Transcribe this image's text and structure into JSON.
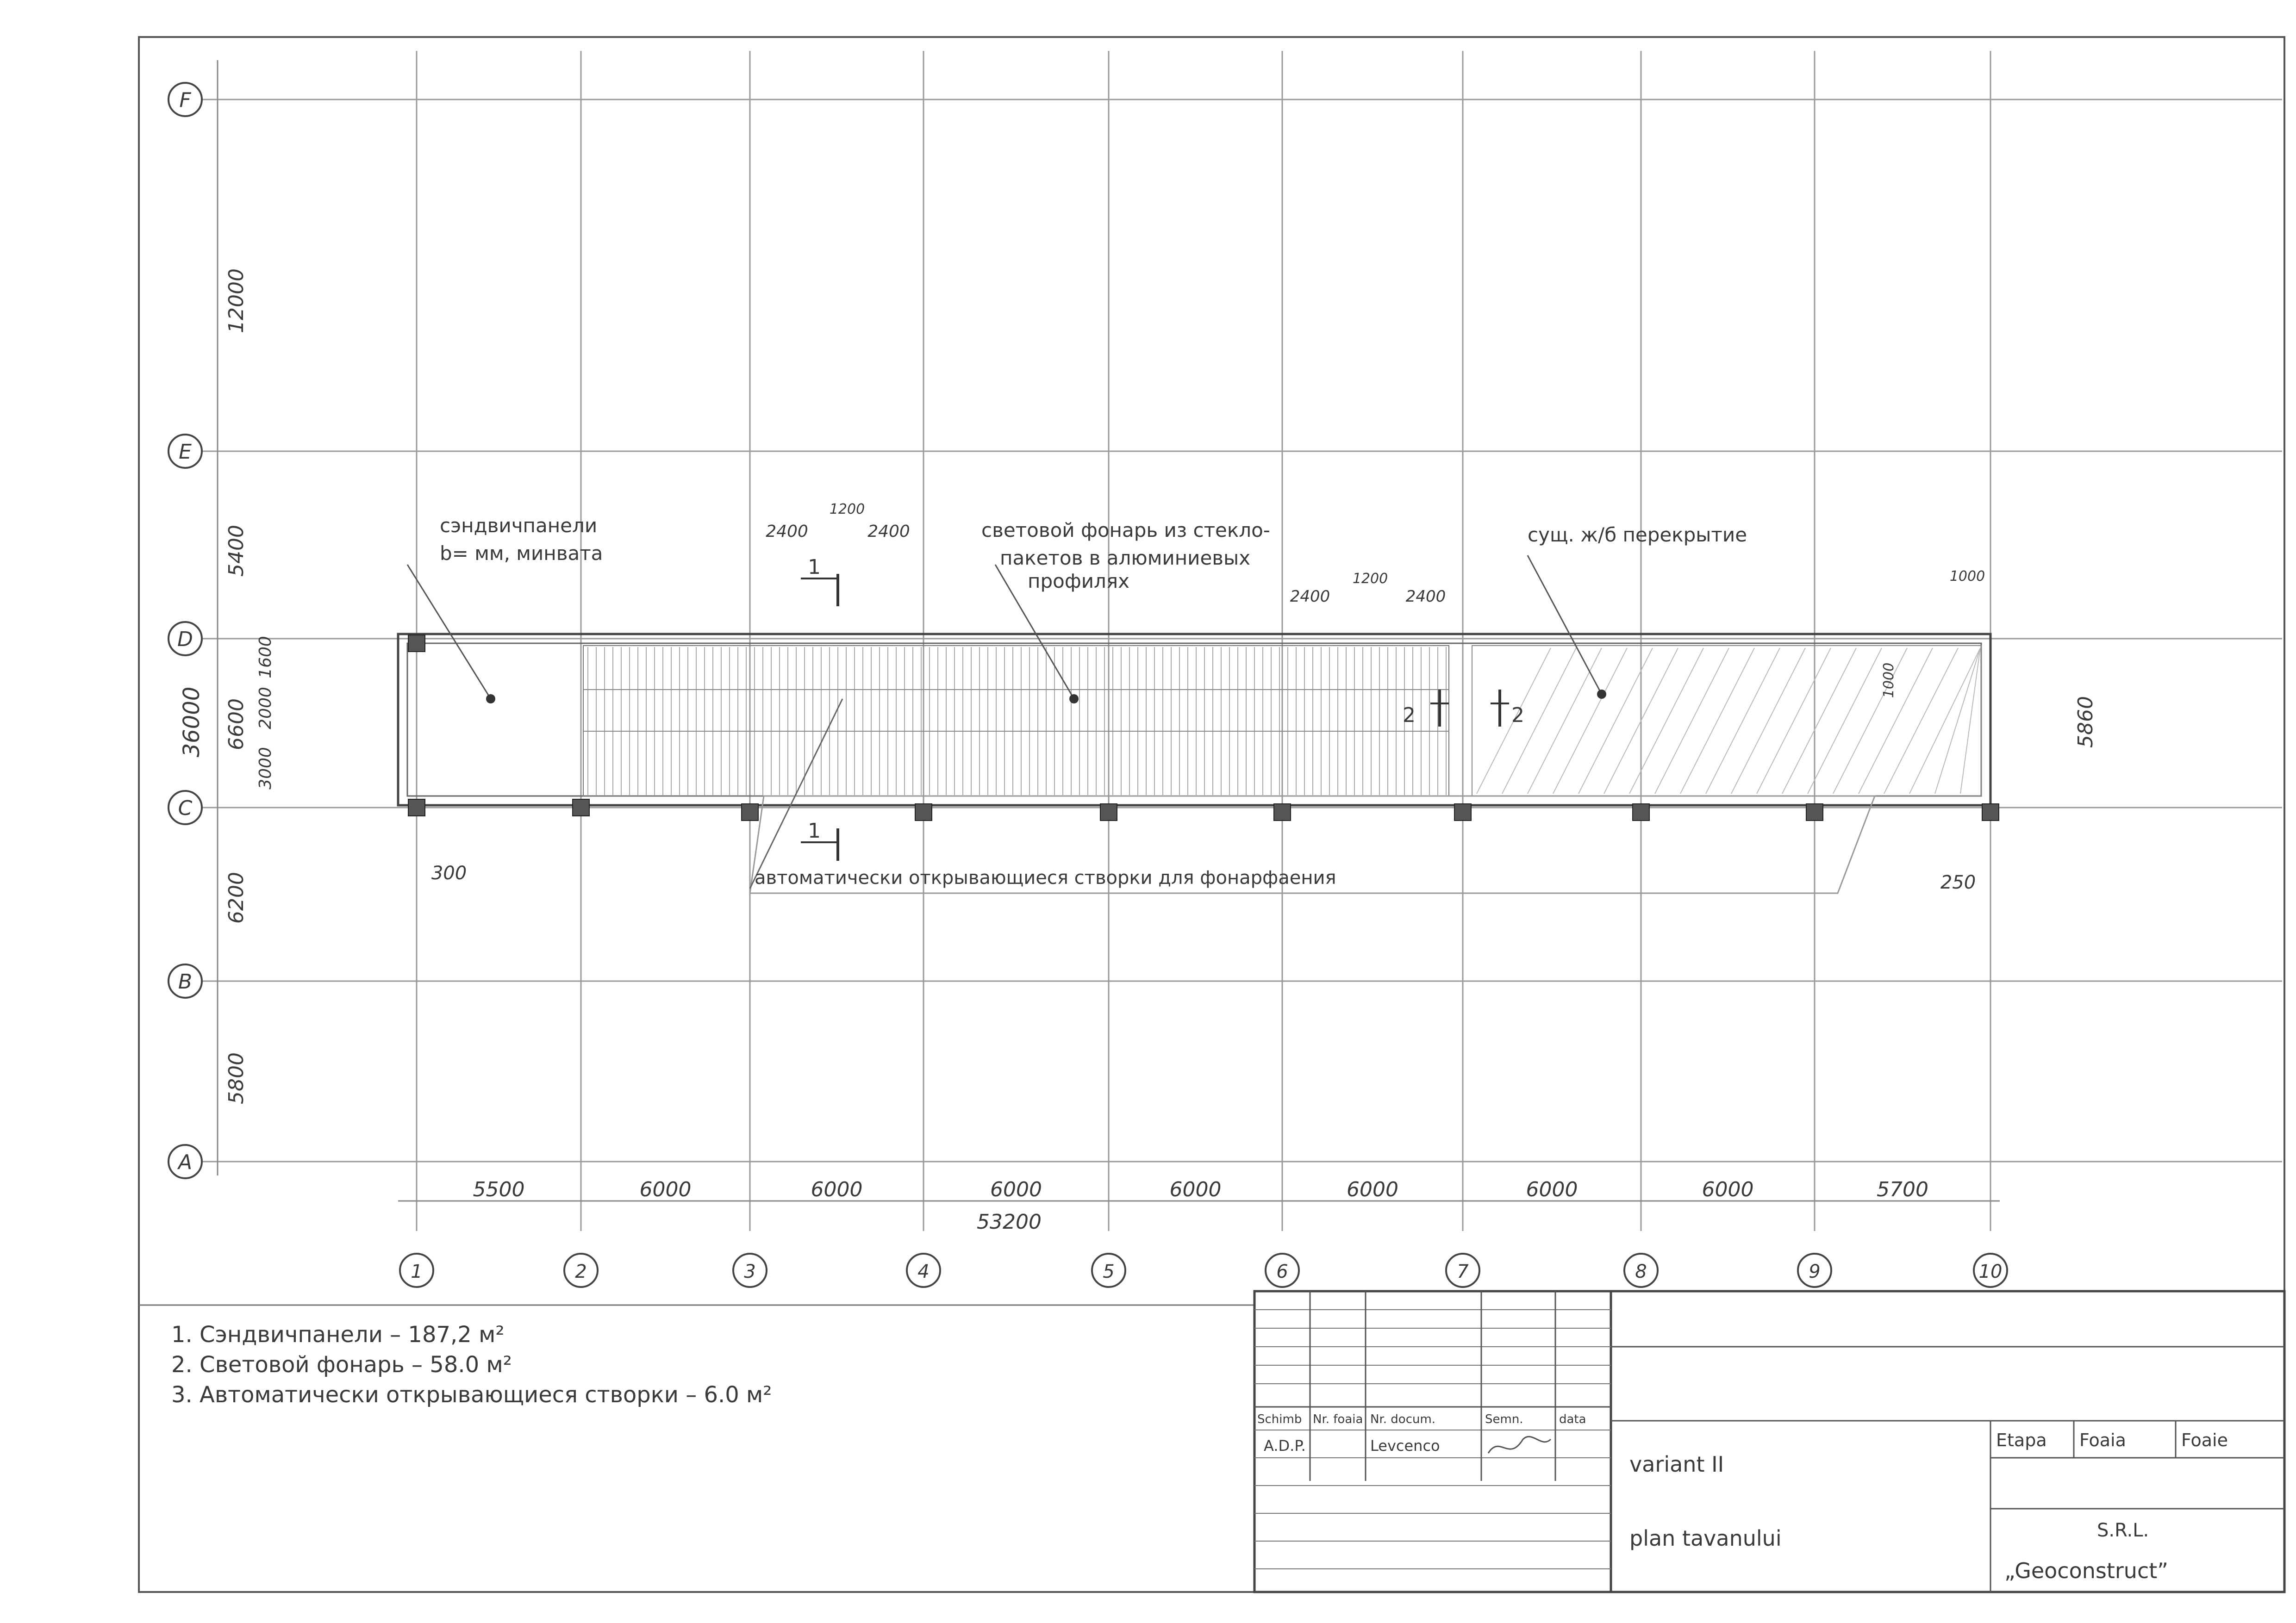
{
  "drawing": {
    "axes_letters": [
      "F",
      "E",
      "D",
      "C",
      "B",
      "A"
    ],
    "axes_numbers": [
      "1",
      "2",
      "3",
      "4",
      "5",
      "6",
      "7",
      "8",
      "9",
      "10"
    ],
    "vertical_dims": [
      "12000",
      "5400",
      "6600",
      "6200",
      "5800"
    ],
    "total_vertical": "36000",
    "bay_sub_dims": [
      "3000",
      "2000",
      "1600"
    ],
    "horizontal_dims": [
      "5500",
      "6000",
      "6000",
      "6000",
      "6000",
      "6000",
      "6000",
      "6000",
      "5700"
    ],
    "total_horizontal": "53200",
    "right_dim": "5860",
    "small_dims": {
      "left_offset": "300",
      "right_offset": "250",
      "corner": "1000",
      "box": "1000",
      "skylight_left_a": "2400",
      "skylight_left_b": "1200",
      "skylight_left_c": "2400",
      "skylight_right_a": "2400",
      "skylight_right_b": "1200",
      "skylight_right_c": "2400"
    },
    "callouts": {
      "sandwich_line1": "сэндвичпанели",
      "sandwich_line2": "b= мм, минвата",
      "skylight_line1": "световой фонарь из стекло-",
      "skylight_line2": "пакетов в алюминиевых",
      "skylight_line3": "профилях",
      "existing": "сущ. ж/б перекрытие",
      "vents": "автоматически открывающиеся створки для фонарфаения"
    },
    "section_marks": {
      "s1": "1",
      "s2": "2"
    }
  },
  "notes": [
    "1. Сэндвичпанели – 187,2 м²",
    "2. Световой фонарь – 58.0 м²",
    "3. Автоматически открывающиеся створки – 6.0 м²"
  ],
  "title_block": {
    "headers": [
      "Schimb",
      "Nr. foaia",
      "Nr. docum.",
      "Semn.",
      "data"
    ],
    "row_person": [
      "A.D.P.",
      "Levcenco"
    ],
    "variant": "variant II",
    "drawing_name": "plan tavanului",
    "stage_labels": [
      "Etapa",
      "Foaia",
      "Foaie"
    ],
    "company_line1": "S.R.L.",
    "company_line2": "„Geoconstruct”"
  },
  "colors": {
    "paper": "#ffffff",
    "ink": "#3a3a3a",
    "grid": "#9a9a9a"
  }
}
